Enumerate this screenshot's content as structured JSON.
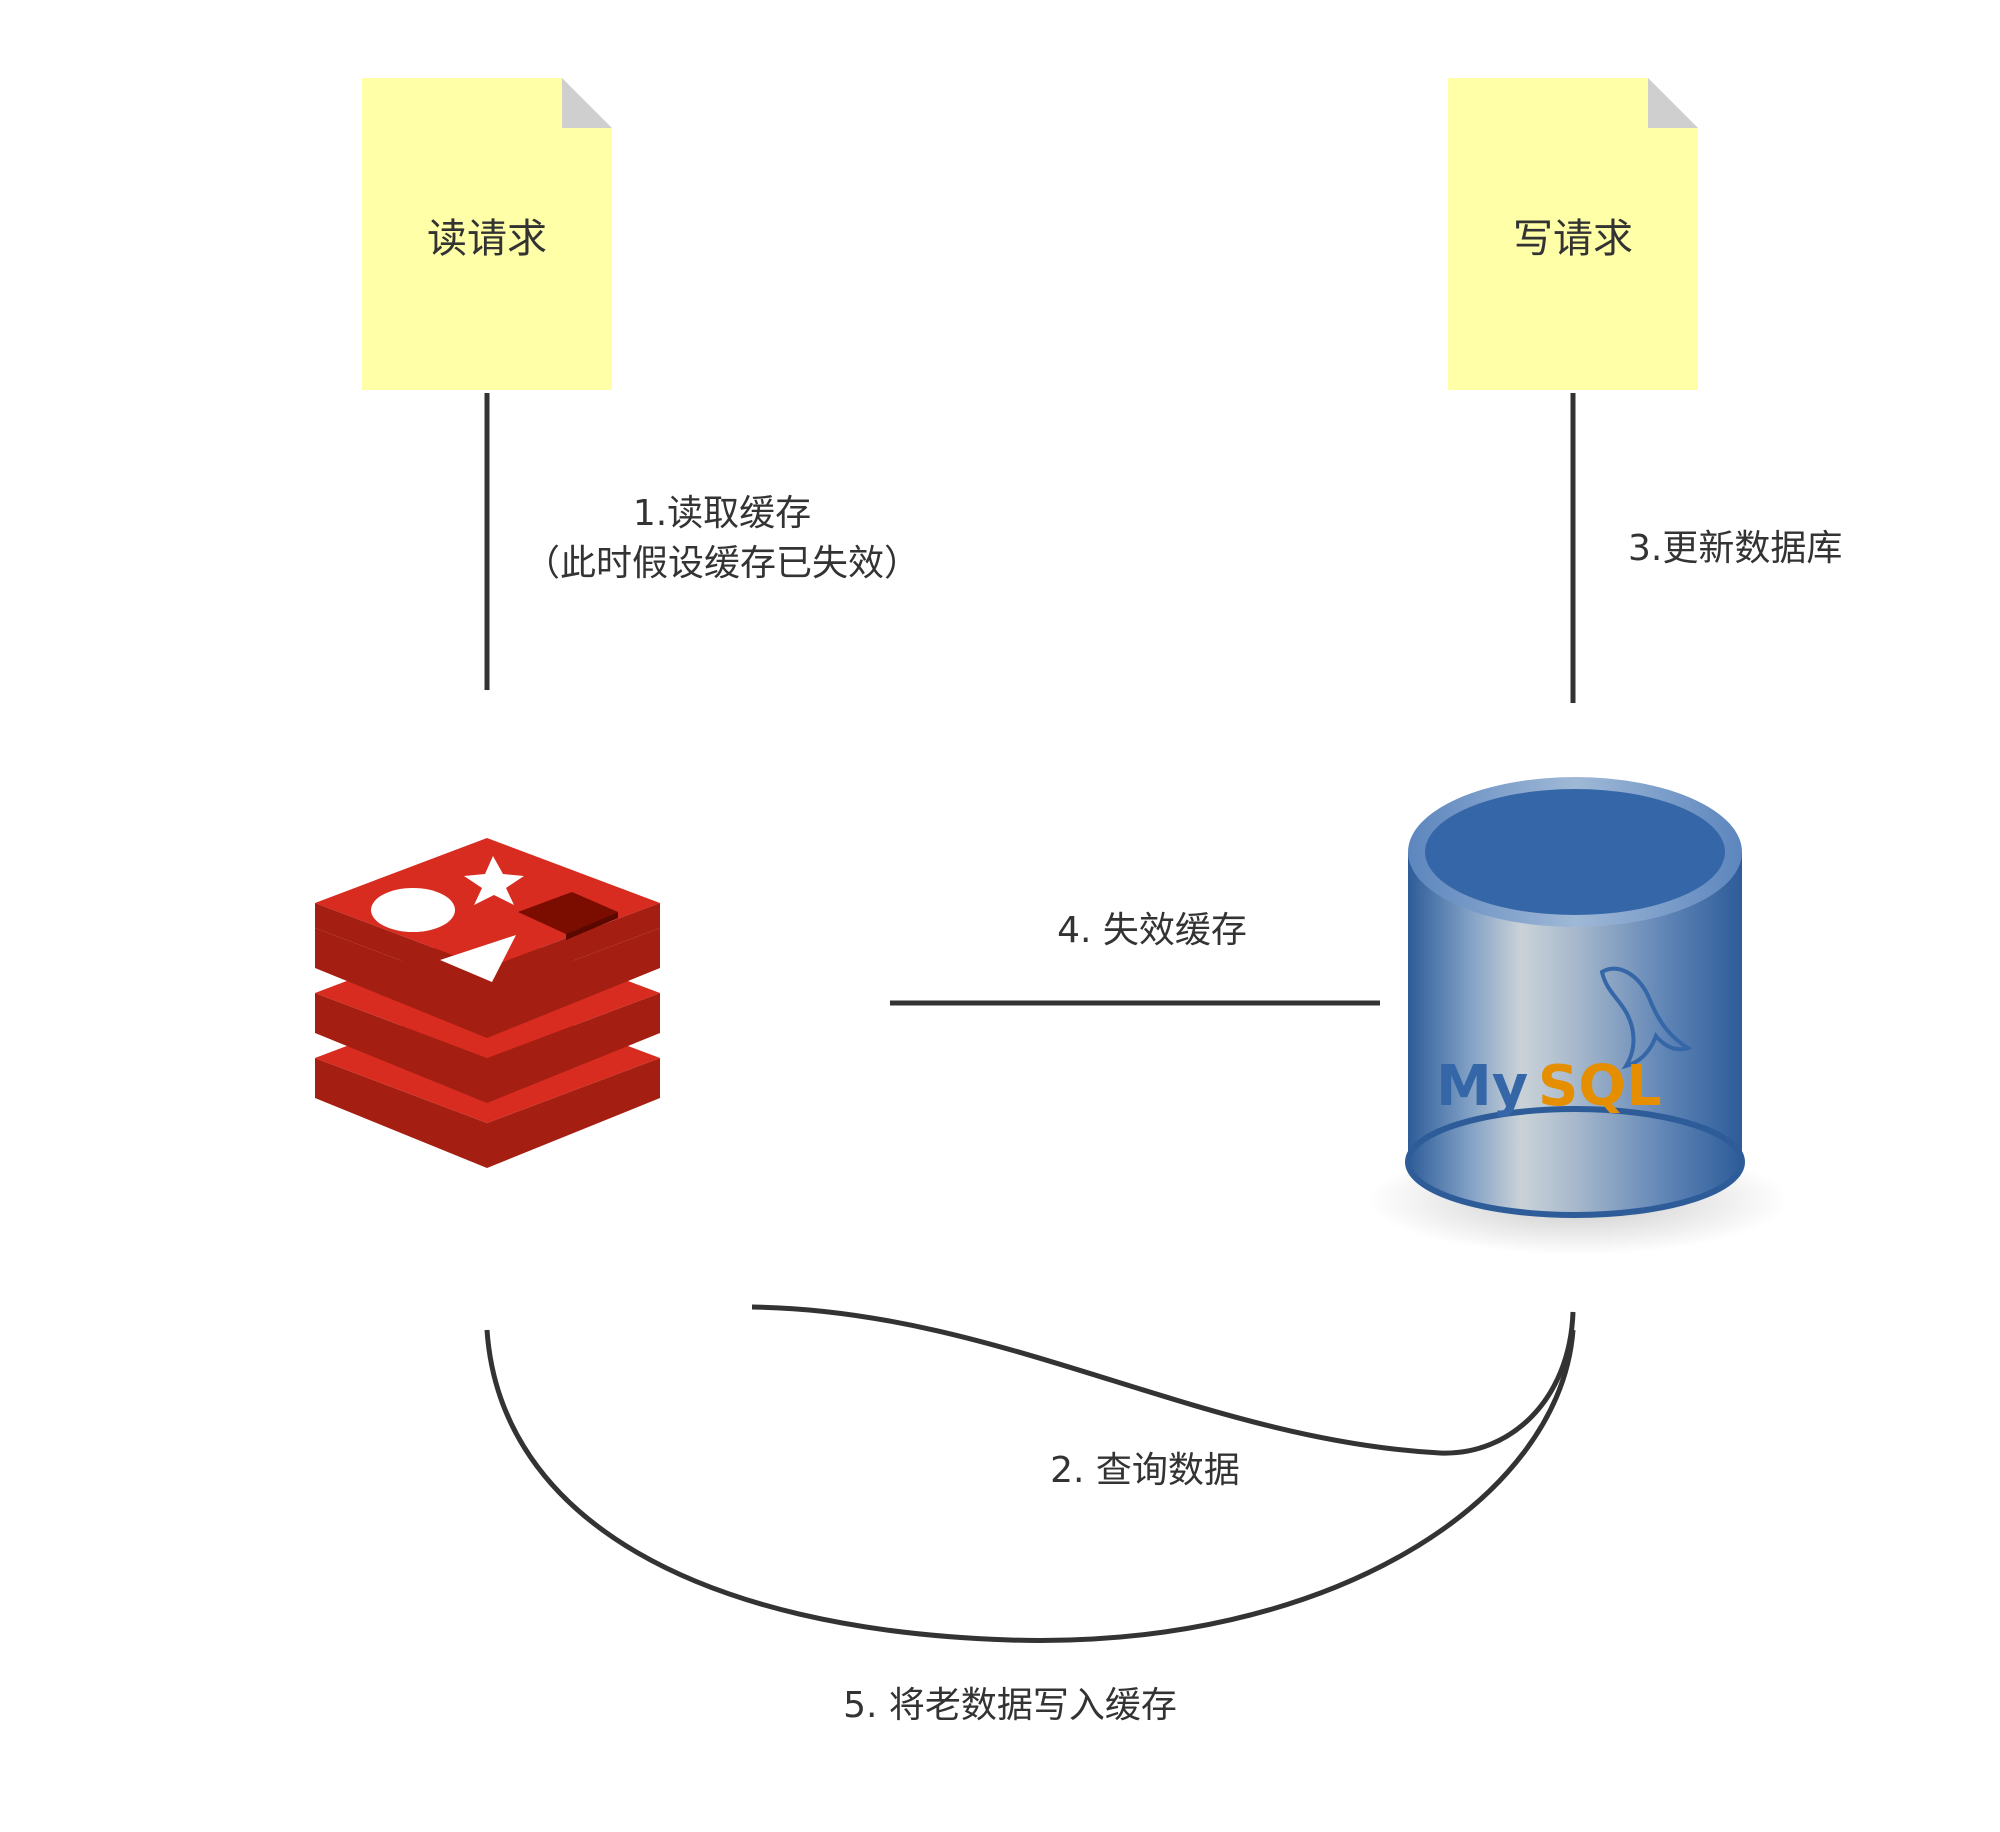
{
  "nodes": {
    "read_request": {
      "label": "读请求"
    },
    "write_request": {
      "label": "写请求"
    },
    "redis": {
      "icon": "redis-logo-icon"
    },
    "mysql": {
      "icon": "mysql-database-icon",
      "logo_text_my": "My",
      "logo_text_sql": "SQL"
    }
  },
  "edges": {
    "step1": {
      "line1": "1.读取缓存",
      "line2": "（此时假设缓存已失效）"
    },
    "step2": {
      "label": "2. 查询数据"
    },
    "step3": {
      "label": "3.更新数据库"
    },
    "step4": {
      "label": "4. 失效缓存"
    },
    "step5": {
      "label": "5. 将老数据写入缓存"
    }
  },
  "colors": {
    "note_fill": "#FFFFA8",
    "note_fold": "#CFCFCF",
    "arrow": "#333333",
    "redis_red": "#C6302B",
    "redis_dark": "#7A0C00",
    "mysql_blue": "#3567A8",
    "mysql_orange": "#E48E00"
  }
}
